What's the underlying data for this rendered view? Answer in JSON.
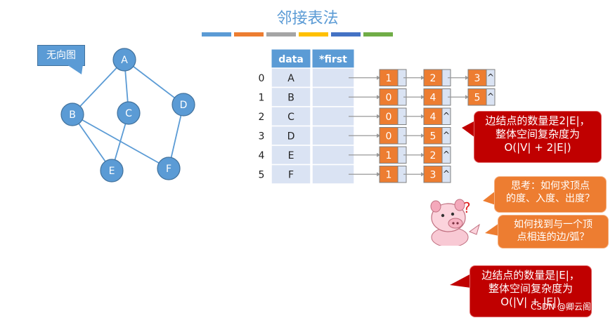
{
  "title": "邻接表法",
  "title_bar_colors": [
    "#5b9bd5",
    "#ed7d31",
    "#a5a5a5",
    "#ffc000",
    "#4472c4",
    "#70ad47"
  ],
  "graph_label": "无向图",
  "vertices": [
    "A",
    "B",
    "C",
    "D",
    "E",
    "F"
  ],
  "edges": [
    [
      "A",
      "B"
    ],
    [
      "A",
      "C"
    ],
    [
      "A",
      "D"
    ],
    [
      "B",
      "E"
    ],
    [
      "B",
      "F"
    ],
    [
      "C",
      "E"
    ],
    [
      "D",
      "F"
    ]
  ],
  "table": {
    "headers": [
      "data",
      "*first"
    ],
    "rows": [
      {
        "index": "0",
        "data": "A",
        "adj": [
          "1",
          "2",
          "3"
        ]
      },
      {
        "index": "1",
        "data": "B",
        "adj": [
          "0",
          "4",
          "5"
        ]
      },
      {
        "index": "2",
        "data": "C",
        "adj": [
          "0",
          "4"
        ]
      },
      {
        "index": "3",
        "data": "D",
        "adj": [
          "0",
          "5"
        ]
      },
      {
        "index": "4",
        "data": "E",
        "adj": [
          "1",
          "2"
        ]
      },
      {
        "index": "5",
        "data": "F",
        "adj": [
          "1",
          "3"
        ]
      }
    ],
    "null_symbol": "^"
  },
  "callout_undirected": {
    "lines": [
      "边结点的数量是2|E|，",
      "整体空间复杂度为",
      "O(|V| + 2|E|)"
    ]
  },
  "think_callout": {
    "lines": [
      "思考：如何求顶点",
      "的度、入度、出度？"
    ]
  },
  "find_callout": {
    "lines": [
      "如何找到与一个顶",
      "点相连的边/弧？"
    ]
  },
  "question_mark": "?",
  "callout_directed": {
    "lines": [
      "边结点的数量是|E|，",
      "整体空间复杂度为",
      "O(|V| + |E|)"
    ]
  },
  "watermark": "CSDN @卿云阁",
  "colors": {
    "node_blue": "#5b9bd5",
    "orange": "#ed7d31",
    "dark_red": "#c00000",
    "table_light": "#dae3f3",
    "header_blue": "#5b9bd5"
  }
}
